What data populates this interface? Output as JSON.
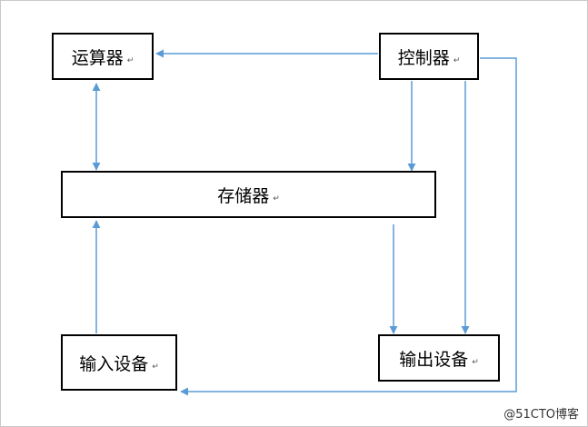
{
  "nodes": {
    "alu": {
      "label": "运算器"
    },
    "controller": {
      "label": "控制器"
    },
    "memory": {
      "label": "存储器"
    },
    "input": {
      "label": "输入设备"
    },
    "output": {
      "label": "输出设备"
    }
  },
  "paragraph_mark": "↵",
  "watermark": "@51CTO博客",
  "colors": {
    "arrow": "#5b9bd5",
    "box_border": "#000000"
  }
}
